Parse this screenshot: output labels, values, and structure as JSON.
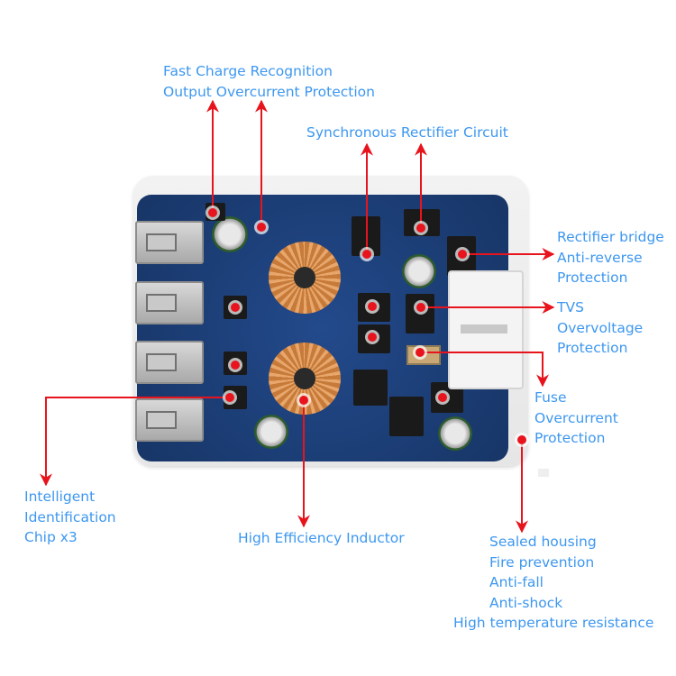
{
  "diagram": {
    "subject": "USB charger PCB feature callouts",
    "accent_color": "#3d97f0",
    "arrow_color": "#e8141d",
    "callouts": {
      "fast_charge": [
        "Fast Charge Recognition",
        "Output Overcurrent Protection"
      ],
      "sync_rectifier": [
        "Synchronous Rectifier Circuit"
      ],
      "rectifier_bridge": [
        "Rectifier bridge",
        "Anti-reverse",
        "Protection"
      ],
      "tvs": [
        "TVS",
        "Overvoltage",
        "Protection"
      ],
      "fuse": [
        "Fuse",
        "Overcurrent",
        "Protection"
      ],
      "chip": [
        "Intelligent",
        "Identification",
        "Chip x3"
      ],
      "inductor": [
        "High Efficiency Inductor"
      ],
      "housing": [
        "Sealed housing",
        "Fire prevention",
        "Anti-fall",
        "Anti-shock",
        "High temperature resistance"
      ]
    }
  }
}
